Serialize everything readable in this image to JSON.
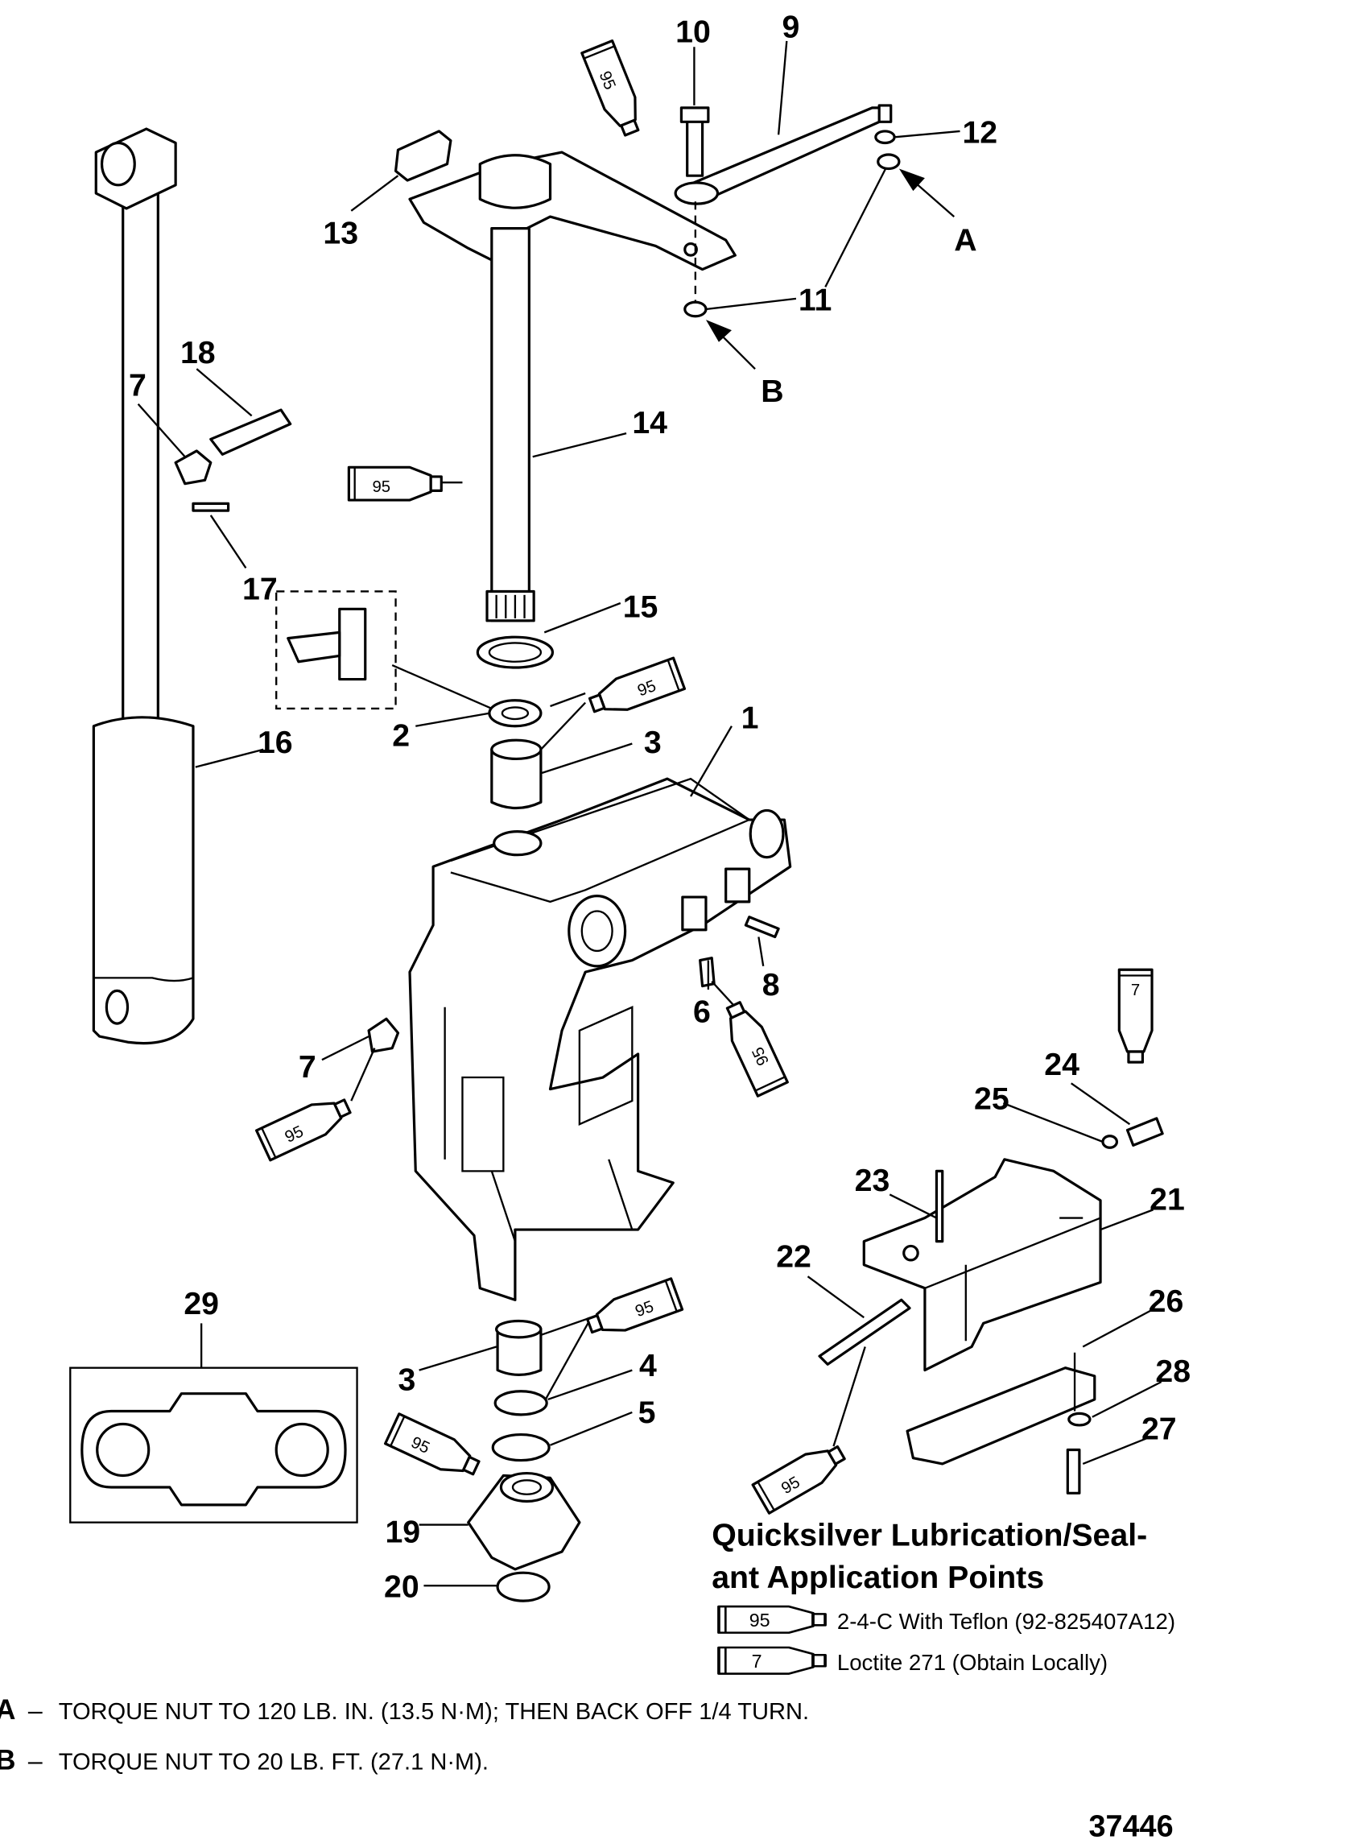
{
  "callouts": {
    "c1": "1",
    "c2": "2",
    "c3a": "3",
    "c3b": "3",
    "c4": "4",
    "c5": "5",
    "c6": "6",
    "c7a": "7",
    "c7b": "7",
    "c8": "8",
    "c9": "9",
    "c10": "10",
    "c11": "11",
    "c12": "12",
    "c13": "13",
    "c14": "14",
    "c15": "15",
    "c16": "16",
    "c17": "17",
    "c18": "18",
    "c19": "19",
    "c20": "20",
    "c21": "21",
    "c22": "22",
    "c23": "23",
    "c24": "24",
    "c25": "25",
    "c26": "26",
    "c27": "27",
    "c28": "28",
    "c29": "29",
    "cA": "A",
    "cB": "B"
  },
  "tubes": {
    "lube": "95",
    "sealant": "7"
  },
  "legend": {
    "title_line1": "Quicksilver Lubrication/Seal-",
    "title_line2": "ant Application Points",
    "items": [
      {
        "tube": "95",
        "text": "2-4-C  With Teflon (92-825407A12)"
      },
      {
        "tube": "7",
        "text": "Loctite 271 (Obtain Locally)"
      }
    ]
  },
  "notes": [
    {
      "key": "A",
      "dash": "–",
      "text": "TORQUE NUT TO 120 LB. IN. (13.5 N·M); THEN BACK OFF 1/4 TURN."
    },
    {
      "key": "B",
      "dash": "–",
      "text": "TORQUE NUT TO 20 LB. FT. (27.1 N·M)."
    }
  ],
  "figure_number": "37446"
}
